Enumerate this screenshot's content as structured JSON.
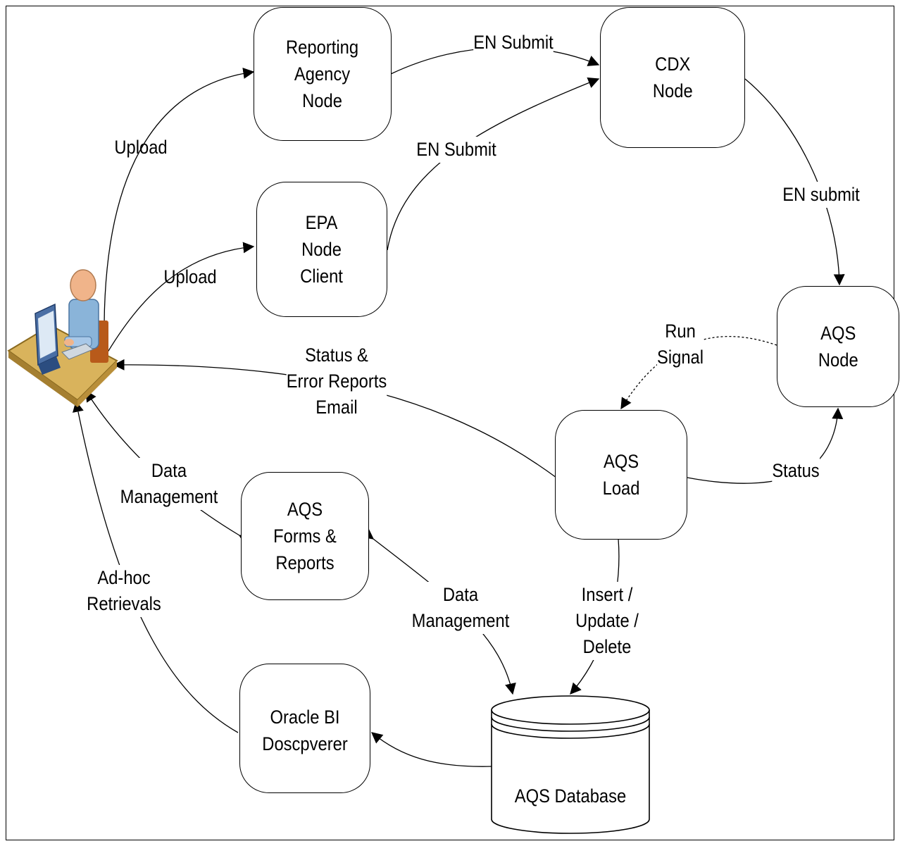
{
  "nodes": {
    "reporting_agency": [
      "Reporting",
      "Agency",
      "Node"
    ],
    "cdx": [
      "CDX",
      "Node"
    ],
    "epa_client": [
      "EPA",
      "Node",
      "Client"
    ],
    "aqs_node": [
      "AQS",
      "Node"
    ],
    "aqs_load": [
      "AQS",
      "Load"
    ],
    "aqs_forms": [
      "AQS",
      "Forms &",
      "Reports"
    ],
    "oracle_bi": [
      "Oracle BI",
      "Doscpverer"
    ],
    "aqs_database": "AQS Database"
  },
  "edge_labels": {
    "upload_top": [
      "Upload"
    ],
    "upload_bottom": [
      "Upload"
    ],
    "en_submit_top": [
      "EN Submit"
    ],
    "en_submit_middle": [
      "EN Submit"
    ],
    "en_submit_right": [
      "EN submit"
    ],
    "run_signal": [
      "Run",
      "Signal"
    ],
    "status_reports": [
      "Status &",
      "Error Reports",
      "Email"
    ],
    "status": [
      "Status"
    ],
    "data_mgmt_user": [
      "Data",
      "Management"
    ],
    "data_mgmt_db": [
      "Data",
      "Management"
    ],
    "insert_update_delete": [
      "Insert /",
      "Update /",
      "Delete"
    ],
    "adhoc": [
      "Ad-hoc",
      "Retrievals"
    ]
  }
}
